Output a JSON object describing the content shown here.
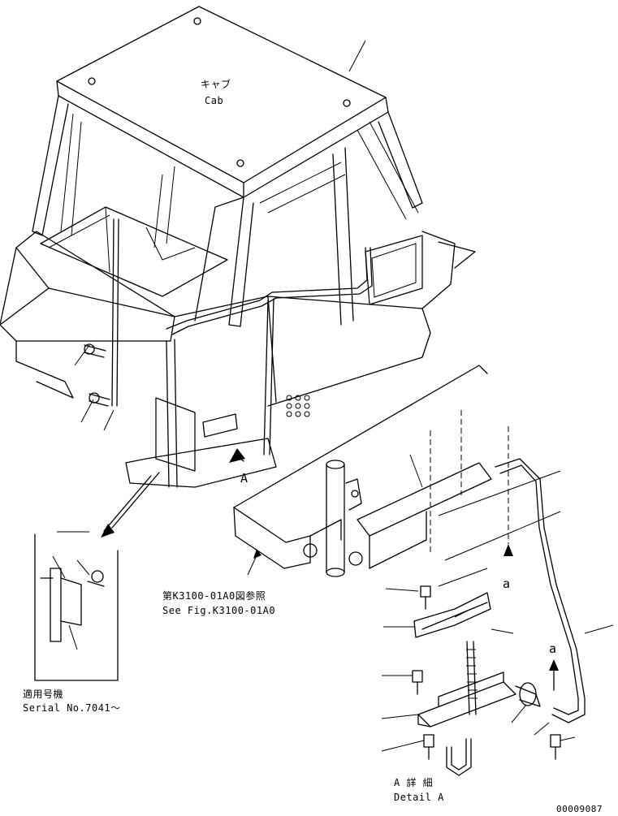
{
  "labels": {
    "cab_jp": "キャブ",
    "cab_en": "Cab",
    "view_arrow_A": "A",
    "see_fig_jp": "第K3100-01A0図参照",
    "see_fig_en": "See Fig.K3100-01A0",
    "serial_jp": "適用号機",
    "serial_en": "Serial No.7041～",
    "detail_jp": "A 詳 細",
    "detail_en": "Detail A",
    "section_a_left": "a",
    "section_a_right": "a",
    "drawing_number": "00009087"
  },
  "colors": {
    "line": "#000000",
    "background": "#ffffff"
  }
}
